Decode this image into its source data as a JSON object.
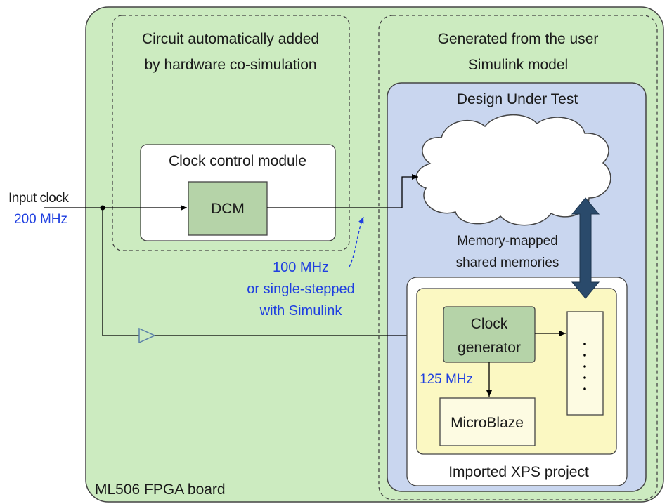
{
  "board": {
    "label": "ML506 FPGA board",
    "fill": "#ccebc0"
  },
  "cosim": {
    "title_line1": "Circuit automatically added",
    "title_line2": "by hardware co-simulation"
  },
  "generated": {
    "title_line1": "Generated from the user",
    "title_line2": "Simulink model"
  },
  "dut": {
    "title": "Design Under Test",
    "fill": "#c9d6ef"
  },
  "clock_module": {
    "title": "Clock control module"
  },
  "dcm": {
    "label": "DCM",
    "fill": "#b5d3a8"
  },
  "input_clock": {
    "line1": "Input clock",
    "line2": "200 MHz"
  },
  "dcm_clock": {
    "line1": "100 MHz",
    "line2": "or single-stepped",
    "line3": "with Simulink"
  },
  "shared_mem": {
    "line1": "Memory-mapped",
    "line2": "shared memories"
  },
  "xps": {
    "label": "Imported XPS project",
    "inner_fill": "#fbf8c2"
  },
  "clock_gen": {
    "line1": "Clock",
    "line2": "generator"
  },
  "mb_clock": {
    "label": "125 MHz"
  },
  "microblaze": {
    "label": "MicroBlaze"
  },
  "colors": {
    "accent_text": "#1f3fe0",
    "arrow": "#2a4a6b"
  }
}
